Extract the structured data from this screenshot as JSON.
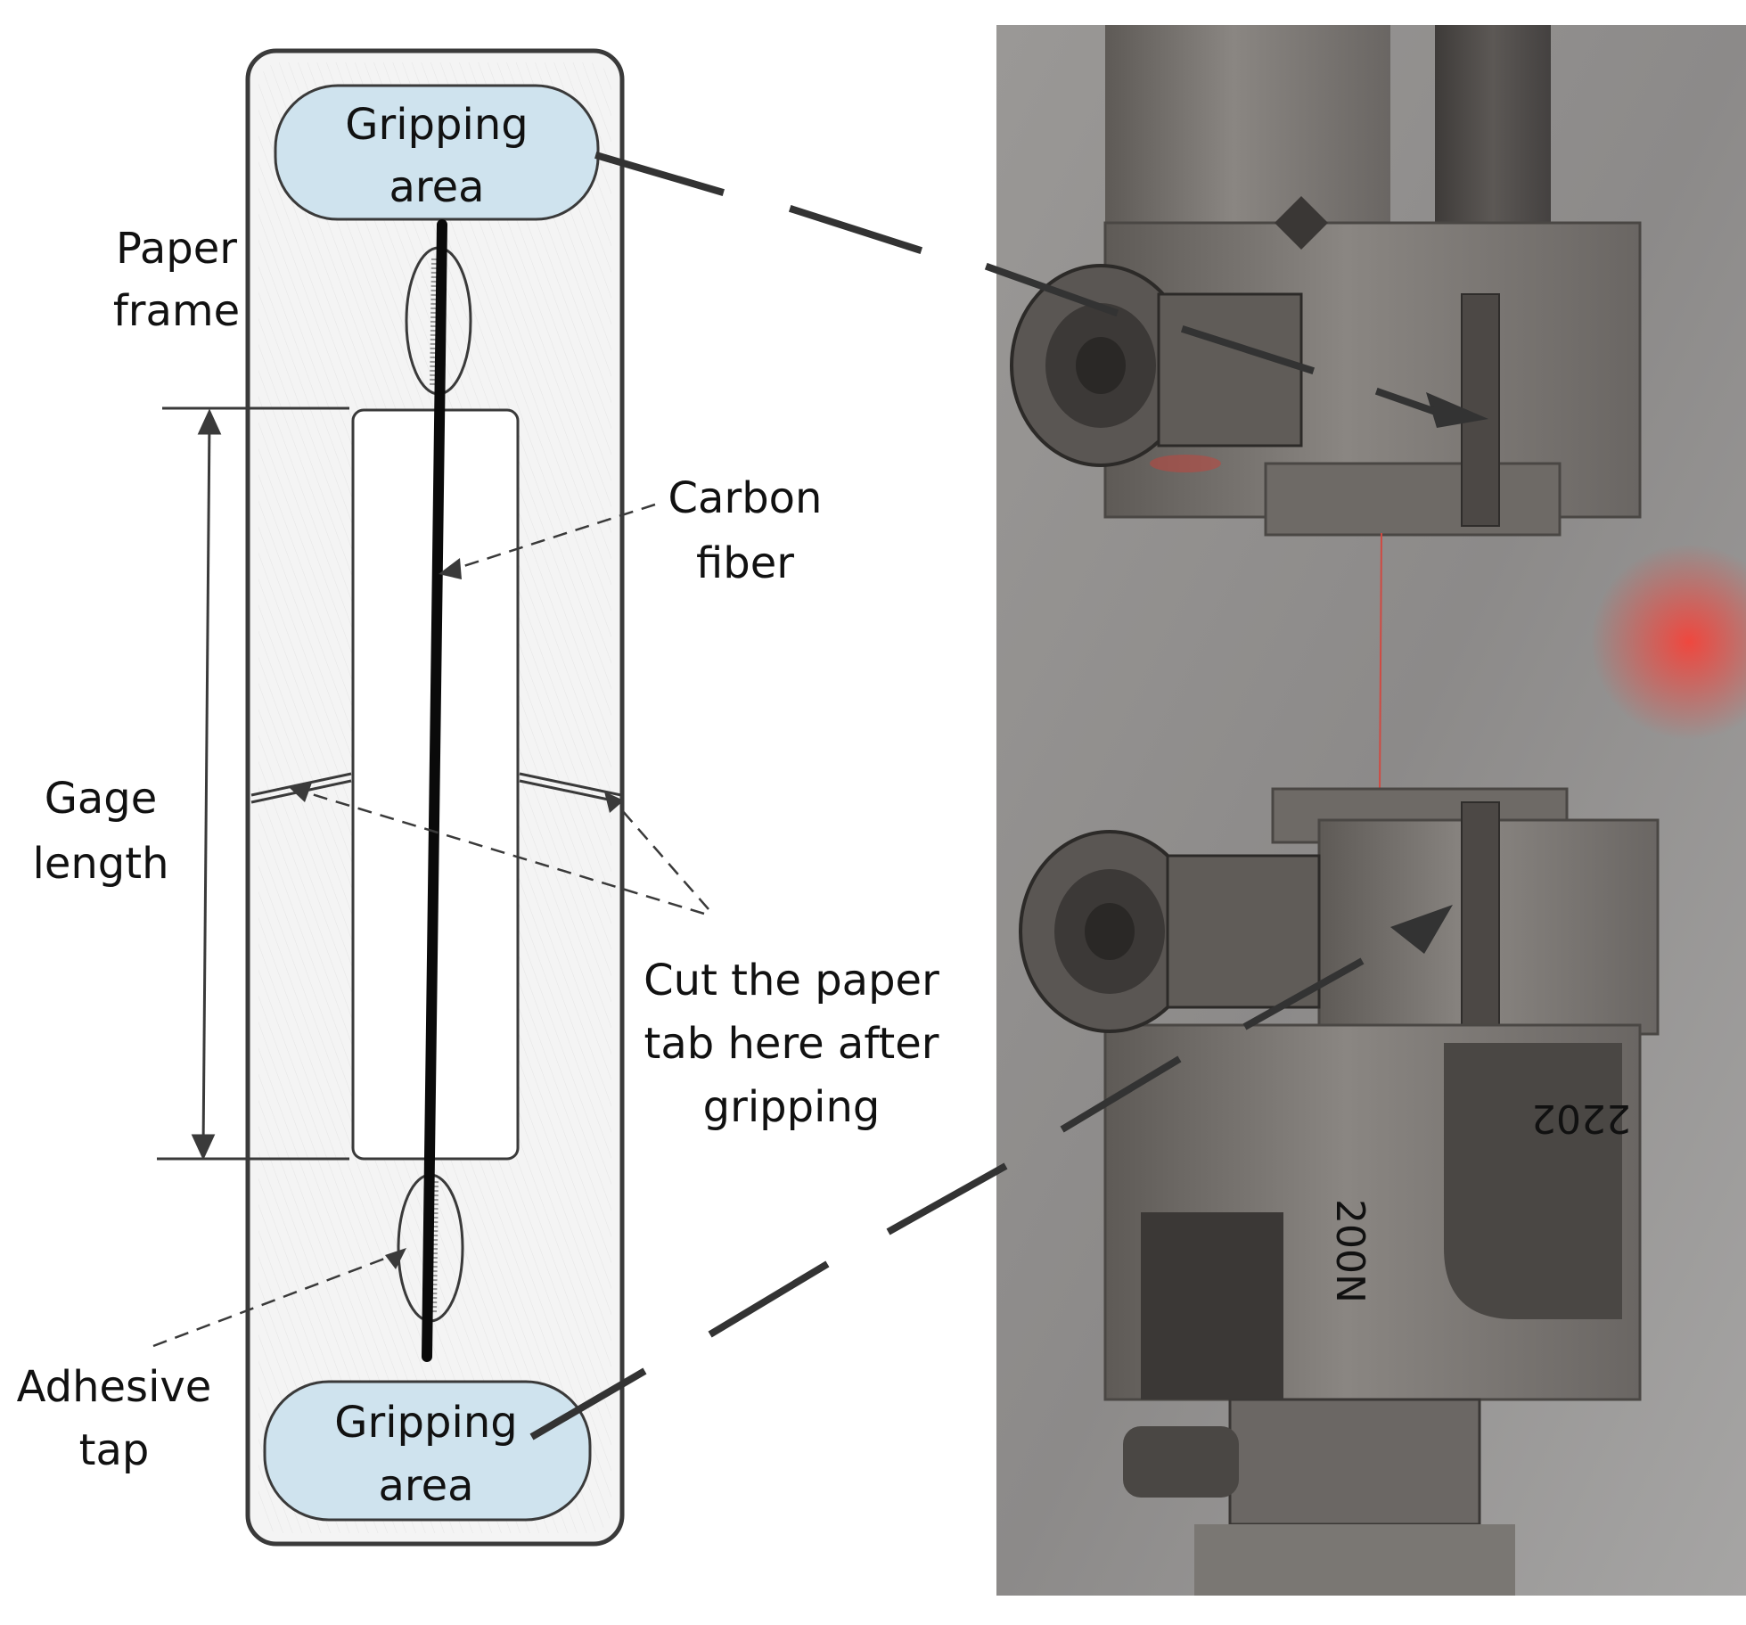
{
  "labels": {
    "grip_top_line1": "Gripping",
    "grip_top_line2": "area",
    "paper_frame_line1": "Paper",
    "paper_frame_line2": "frame",
    "carbon_fiber_line1": "Carbon",
    "carbon_fiber_line2": "fiber",
    "gage_length_line1": "Gage",
    "gage_length_line2": "length",
    "cut_line1": "Cut the paper",
    "cut_line2": "tab here after",
    "cut_line3": "gripping",
    "adhesive_line1": "Adhesive",
    "adhesive_line2": "tap",
    "grip_bottom_line1": "Gripping",
    "grip_bottom_line2": "area",
    "grip_stamp_left": "200N",
    "grip_stamp_right": "2202"
  },
  "colors": {
    "gripping_area_fill": "#cfe3ee",
    "frame_fill": "#f4f4f4",
    "frame_stroke": "#3a3a3a",
    "fiber": "#0a0a0a",
    "photo_background": "#8e8c8a",
    "laser_red": "#e0302a"
  }
}
